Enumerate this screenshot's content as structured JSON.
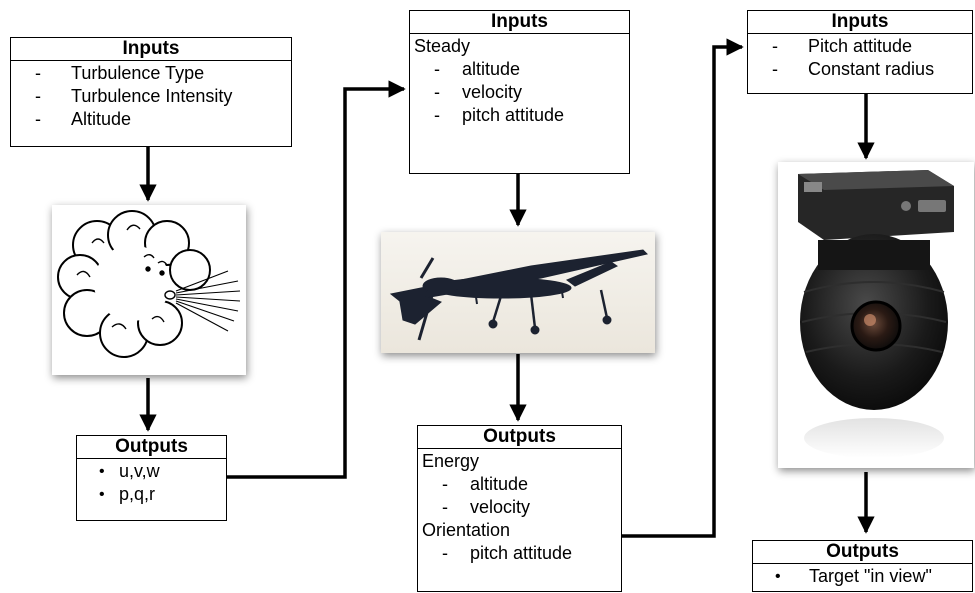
{
  "box1": {
    "header": "Inputs",
    "items": [
      "Turbulence Type",
      "Turbulence Intensity",
      "Altitude"
    ]
  },
  "box2": {
    "header": "Outputs",
    "items": [
      "u,v,w",
      "p,q,r"
    ]
  },
  "box3": {
    "header": "Inputs",
    "group": "Steady",
    "items": [
      "altitude",
      "velocity",
      "pitch attitude"
    ]
  },
  "box4": {
    "header": "Outputs",
    "group1": "Energy",
    "group1_items": [
      "altitude",
      "velocity"
    ],
    "group2": "Orientation",
    "group2_items": [
      "pitch attitude"
    ]
  },
  "box5": {
    "header": "Inputs",
    "items": [
      "Pitch attitude",
      "Constant radius"
    ]
  },
  "box6": {
    "header": "Outputs",
    "items": [
      "Target \"in view\""
    ]
  },
  "marks": {
    "dash": "-",
    "bullet": "•"
  },
  "images": {
    "turbulence": "cloud-blowing-wind-icon",
    "uav": "uav-drone-icon",
    "camera": "gimbal-camera-icon"
  }
}
